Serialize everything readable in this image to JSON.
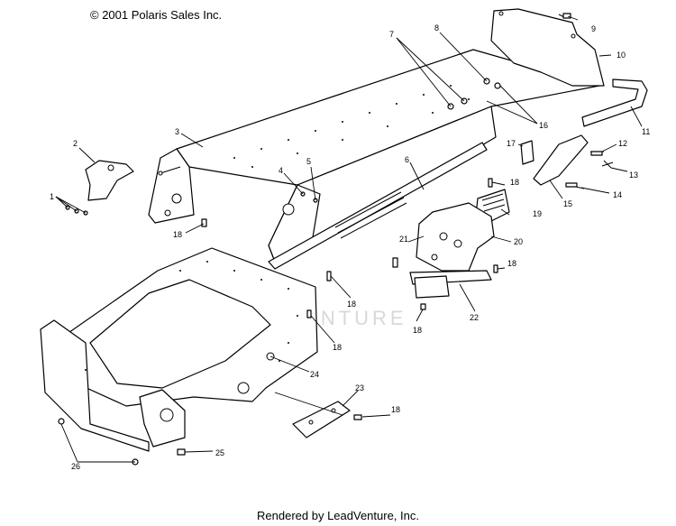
{
  "header": {
    "copyright": "© 2001 Polaris Sales Inc."
  },
  "footer": {
    "rendered_by": "Rendered by LeadVenture, Inc."
  },
  "watermark": {
    "text": "LEADVENTURE"
  },
  "callouts": [
    {
      "id": "c1",
      "label": "1"
    },
    {
      "id": "c2",
      "label": "2"
    },
    {
      "id": "c3",
      "label": "3"
    },
    {
      "id": "c4",
      "label": "4"
    },
    {
      "id": "c5",
      "label": "5"
    },
    {
      "id": "c6",
      "label": "6"
    },
    {
      "id": "c7",
      "label": "7"
    },
    {
      "id": "c8",
      "label": "8"
    },
    {
      "id": "c9",
      "label": "9"
    },
    {
      "id": "c10",
      "label": "10"
    },
    {
      "id": "c11",
      "label": "11"
    },
    {
      "id": "c12",
      "label": "12"
    },
    {
      "id": "c13",
      "label": "13"
    },
    {
      "id": "c14",
      "label": "14"
    },
    {
      "id": "c15",
      "label": "15"
    },
    {
      "id": "c16",
      "label": "16"
    },
    {
      "id": "c17",
      "label": "17"
    },
    {
      "id": "c18a",
      "label": "18"
    },
    {
      "id": "c18b",
      "label": "18"
    },
    {
      "id": "c18c",
      "label": "18"
    },
    {
      "id": "c18d",
      "label": "18"
    },
    {
      "id": "c18e",
      "label": "18"
    },
    {
      "id": "c18f",
      "label": "18"
    },
    {
      "id": "c18g",
      "label": "18"
    },
    {
      "id": "c19",
      "label": "19"
    },
    {
      "id": "c20",
      "label": "20"
    },
    {
      "id": "c21",
      "label": "21"
    },
    {
      "id": "c22",
      "label": "22"
    },
    {
      "id": "c23",
      "label": "23"
    },
    {
      "id": "c24",
      "label": "24"
    },
    {
      "id": "c25",
      "label": "25"
    },
    {
      "id": "c26",
      "label": "26"
    }
  ]
}
